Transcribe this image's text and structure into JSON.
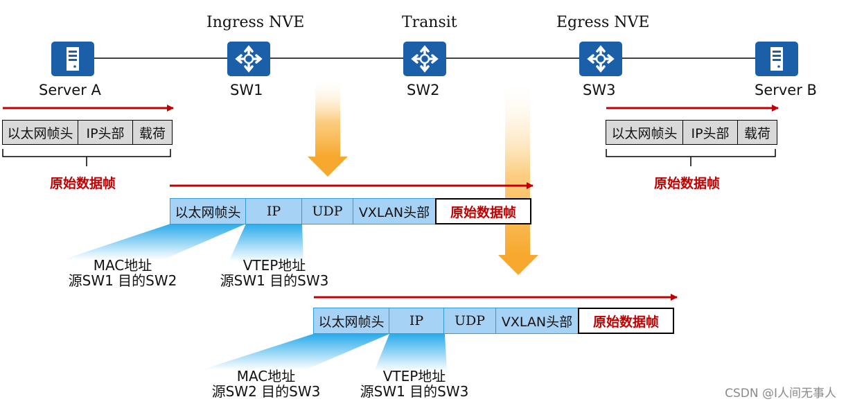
{
  "nodes": [
    {
      "role": "Ingress NVE",
      "name": "SW1"
    },
    {
      "role": "Transit",
      "name": "SW2"
    },
    {
      "role": "Egress NVE",
      "name": "SW3"
    }
  ],
  "servers": [
    {
      "name": "Server A"
    },
    {
      "name": "Server B"
    }
  ],
  "icons": {
    "server": "server-icon",
    "switch": "switch-icon"
  },
  "colors": {
    "arrow": "#c00000",
    "gray_cell": "#d9d9d9",
    "blue_cell": "#a6d2f5",
    "blue_border": "#2f9bd8",
    "orange": "#f7a82f",
    "icon_blue": "#1a5fa8"
  },
  "original_frame": {
    "fields": [
      "以太网帧头",
      "IP头部",
      "载荷"
    ],
    "label": "原始数据帧"
  },
  "vxlan_frames": [
    {
      "fields": [
        "以太网帧头",
        "IP",
        "UDP",
        "VXLAN头部",
        "原始数据帧"
      ],
      "mac_note": {
        "title": "MAC地址",
        "detail": "源SW1 目的SW2"
      },
      "vtep_note": {
        "title": "VTEP地址",
        "detail": "源SW1 目的SW3"
      }
    },
    {
      "fields": [
        "以太网帧头",
        "IP",
        "UDP",
        "VXLAN头部",
        "原始数据帧"
      ],
      "mac_note": {
        "title": "MAC地址",
        "detail": "源SW2 目的SW3"
      },
      "vtep_note": {
        "title": "VTEP地址",
        "detail": "源SW1 目的SW3"
      }
    }
  ],
  "watermark": "CSDN @I人间无事人"
}
